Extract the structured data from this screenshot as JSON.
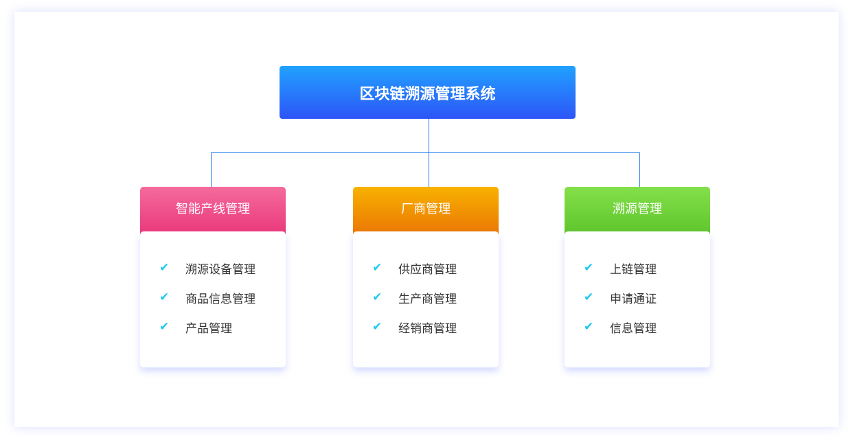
{
  "title": "区块链溯源管理系统",
  "modules": [
    {
      "title": "智能产线管理",
      "color_top": "#f46b9c",
      "color_bottom": "#e93679",
      "items": [
        "溯源设备管理",
        "商品信息管理",
        "产品管理"
      ]
    },
    {
      "title": "厂商管理",
      "color_top": "#f8b200",
      "color_bottom": "#ea7406",
      "items": [
        "供应商管理",
        "生产商管理",
        "经销商管理"
      ]
    },
    {
      "title": "溯源管理",
      "color_top": "#84e04a",
      "color_bottom": "#5dc42b",
      "items": [
        "上链管理",
        "申请通证",
        "信息管理"
      ]
    }
  ],
  "check_icon": "✔"
}
